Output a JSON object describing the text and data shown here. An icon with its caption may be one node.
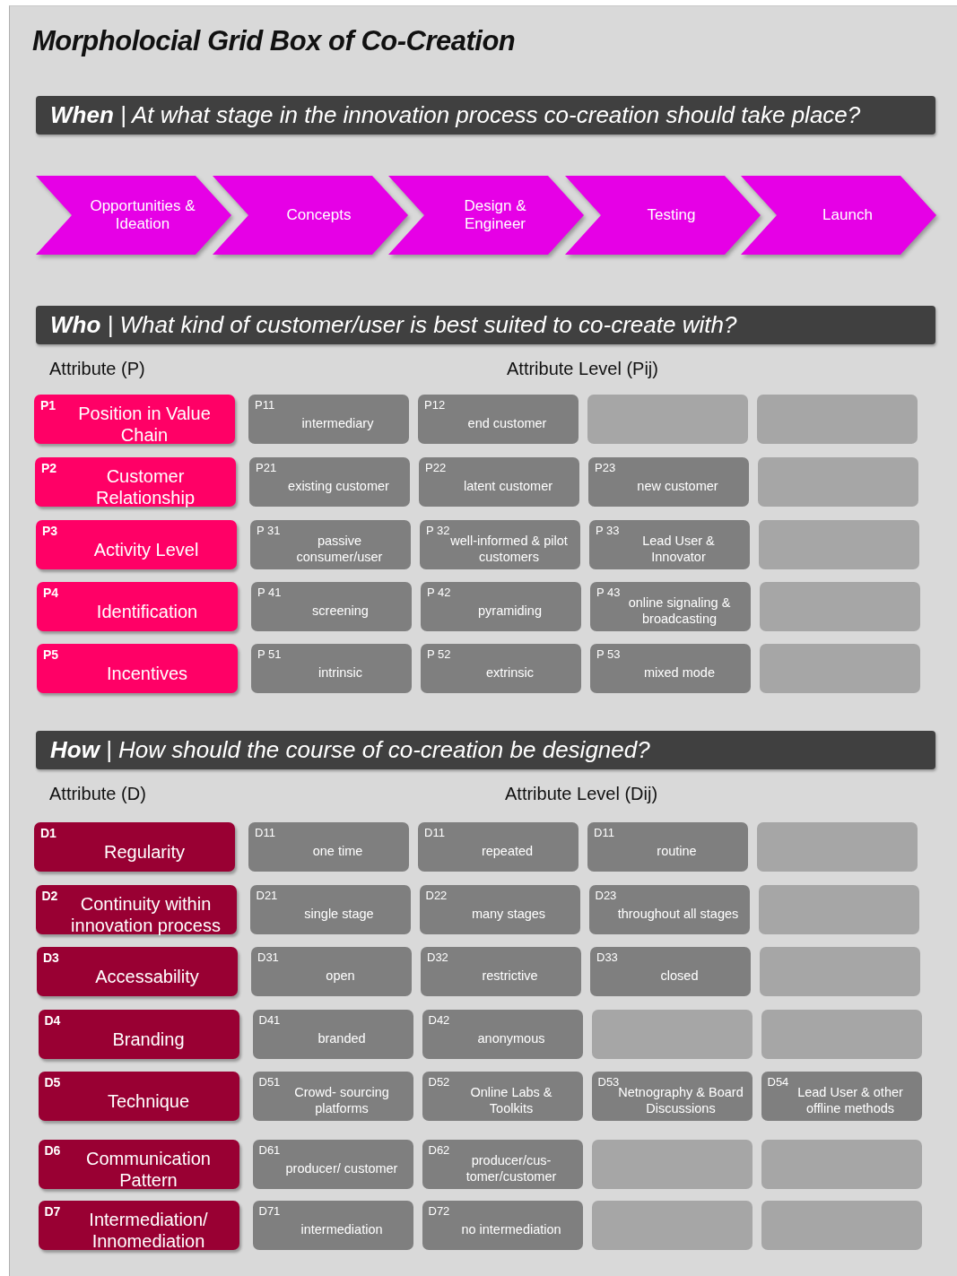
{
  "diagram": {
    "title": "Morpholocial Grid Box of Co-Creation",
    "nodes": [
      {
        "text": [
          "**When** | At what stage in the innovation process co-creation should take place?"
        ]
      },
      {
        "text": [
          "Opportunities & Ideation"
        ]
      },
      {
        "text": [
          "Concepts"
        ]
      },
      {
        "text": [
          "Design & Engineer"
        ]
      },
      {
        "text": [
          "Testing"
        ]
      },
      {
        "text": [
          "Launch"
        ]
      },
      {
        "text": [
          "**Who** | What kind of customer/user is best suited to co-create with?"
        ]
      },
      {
        "text": [
          "P1",
          "Position in Value Chain"
        ]
      },
      {
        "text": [
          "P11",
          "intermediary"
        ]
      },
      {
        "text": [
          "P12",
          "end customer"
        ]
      },
      {
        "text": [],
        "shape": "box"
      },
      {
        "text": [],
        "shape": "box"
      },
      {
        "text": [
          "P2",
          "Customer Relationship"
        ]
      },
      {
        "text": [
          "P21",
          "existing customer"
        ]
      },
      {
        "text": [
          "P22",
          "latent customer"
        ]
      },
      {
        "text": [
          "P23",
          "new customer"
        ]
      },
      {
        "text": [],
        "shape": "box"
      },
      {
        "text": [
          "P3",
          "Activity Level"
        ]
      },
      {
        "text": [
          "P 31",
          "passive consumer/user"
        ]
      },
      {
        "text": [
          "P 32",
          "well-informed & pilot customers"
        ]
      },
      {
        "text": [
          "P 33",
          "Lead User & Innovator"
        ]
      },
      {
        "text": [],
        "shape": "box"
      },
      {
        "text": [
          "P4",
          "Identification"
        ]
      },
      {
        "text": [
          "P 41",
          "screening"
        ]
      },
      {
        "text": [
          "P 42",
          "pyramiding"
        ]
      },
      {
        "text": [
          "P 43",
          "online signaling & broadcasting"
        ]
      },
      {
        "text": [],
        "shape": "box"
      },
      {
        "text": [
          "P5",
          "Incentives"
        ]
      },
      {
        "text": [
          "P 51",
          "intrinsic"
        ]
      },
      {
        "text": [
          "P 52",
          "extrinsic"
        ]
      },
      {
        "text": [
          "P 53",
          "mixed mode"
        ]
      },
      {
        "text": [],
        "shape": "box"
      },
      {
        "text": [
          "**How** | How should the course of co-creation be designed?"
        ]
      },
      {
        "text": [
          "D1",
          "Regularity"
        ]
      },
      {
        "text": [
          "D11",
          "one time"
        ]
      },
      {
        "text": [
          "D11",
          "repeated"
        ]
      },
      {
        "text": [
          "D11",
          "routine"
        ]
      },
      {
        "text": [],
        "shape": "box"
      },
      {
        "text": [
          "D2",
          "Continuity within innovation process"
        ]
      },
      {
        "text": [
          "D21",
          "single stage"
        ]
      },
      {
        "text": [
          "D22",
          "many stages"
        ]
      },
      {
        "text": [
          "D23",
          "throughout all stages"
        ]
      },
      {
        "text": [],
        "shape": "box"
      },
      {
        "text": [
          "D3",
          "Accessability"
        ]
      },
      {
        "text": [
          "D31",
          "open"
        ]
      },
      {
        "text": [
          "D32",
          "restrictive"
        ]
      },
      {
        "text": [
          "D33",
          "closed"
        ]
      },
      {
        "text": [],
        "shape": "box"
      },
      {
        "text": [
          "D4",
          "Branding"
        ]
      },
      {
        "text": [
          "D41",
          "branded"
        ]
      },
      {
        "text": [
          "D42",
          "anonymous"
        ]
      },
      {
        "text": [],
        "shape": "box"
      },
      {
        "text": [],
        "shape": "box"
      },
      {
        "text": [
          "D5",
          "Technique"
        ]
      },
      {
        "text": [
          "D51",
          "Crowd- sourcing platforms"
        ]
      },
      {
        "text": [
          "D52",
          "Online Labs & Toolkits"
        ]
      },
      {
        "text": [
          "D53",
          "Netnography & Board Discussions"
        ]
      },
      {
        "text": [
          "D54",
          "Lead User & other offline methods"
        ]
      },
      {
        "text": [
          "D6",
          "Communication Pattern"
        ]
      },
      {
        "text": [
          "D61",
          "producer/ customer"
        ]
      },
      {
        "text": [
          "D62",
          "producer/cus- tomer/customer"
        ]
      },
      {
        "text": [],
        "shape": "box"
      },
      {
        "text": [],
        "shape": "box"
      },
      {
        "text": [
          "D7",
          "Intermediation/ Innomediation"
        ]
      },
      {
        "text": [
          "D71",
          "intermediation"
        ]
      },
      {
        "text": [
          "D72",
          "no intermediation"
        ]
      },
      {
        "text": [],
        "shape": "box"
      },
      {
        "text": [],
        "shape": "box"
      }
    ],
    "labels": [
      "Attribute (P)",
      "Attribute Level (Pij)",
      "Attribute (D)",
      "Attribute Level (Dij)"
    ]
  }
}
